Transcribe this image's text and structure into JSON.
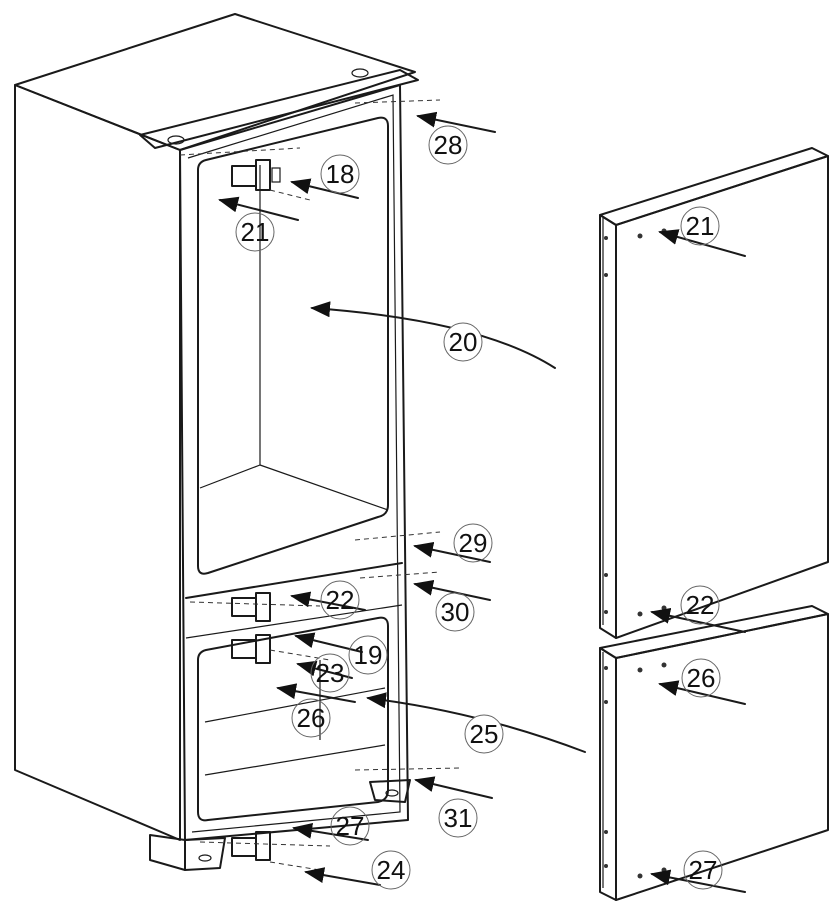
{
  "diagram": {
    "callouts": [
      {
        "id": "c18",
        "label": "18"
      },
      {
        "id": "c21a",
        "label": "21"
      },
      {
        "id": "c28",
        "label": "28"
      },
      {
        "id": "c20",
        "label": "20"
      },
      {
        "id": "c29",
        "label": "29"
      },
      {
        "id": "c30",
        "label": "30"
      },
      {
        "id": "c22a",
        "label": "22"
      },
      {
        "id": "c19",
        "label": "19"
      },
      {
        "id": "c23",
        "label": "23"
      },
      {
        "id": "c26a",
        "label": "26"
      },
      {
        "id": "c25",
        "label": "25"
      },
      {
        "id": "c27a",
        "label": "27"
      },
      {
        "id": "c31",
        "label": "31"
      },
      {
        "id": "c24",
        "label": "24"
      },
      {
        "id": "c21b",
        "label": "21"
      },
      {
        "id": "c22b",
        "label": "22"
      },
      {
        "id": "c26b",
        "label": "26"
      },
      {
        "id": "c27b",
        "label": "27"
      }
    ]
  }
}
